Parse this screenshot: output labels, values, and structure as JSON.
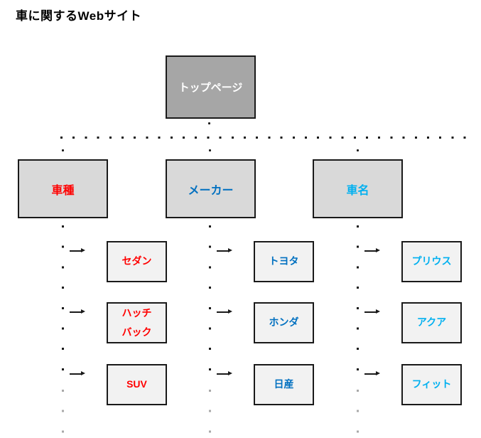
{
  "title": "車に関するWebサイト",
  "colors": {
    "line": "#1a1a1a",
    "faded-dot": "#a9a9a9",
    "top-fill": "#a6a6a6",
    "parent-fill": "#d9d9d9",
    "child-fill": "#f2f2f2",
    "red": "#ff0000",
    "blue": "#0070c0",
    "cyan": "#00b0f0",
    "top-text": "#ffffff"
  },
  "root": {
    "label": "トップページ"
  },
  "columns": [
    {
      "label": "車種",
      "text_color": "#ff0000",
      "children": [
        {
          "label": "セダン"
        },
        {
          "label": "ハッチ\nバック"
        },
        {
          "label": "SUV"
        }
      ]
    },
    {
      "label": "メーカー",
      "text_color": "#0070c0",
      "children": [
        {
          "label": "トヨタ"
        },
        {
          "label": "ホンダ"
        },
        {
          "label": "日産"
        }
      ]
    },
    {
      "label": "車名",
      "text_color": "#00b0f0",
      "children": [
        {
          "label": "プリウス"
        },
        {
          "label": "アクア"
        },
        {
          "label": "フィット"
        }
      ]
    }
  ]
}
